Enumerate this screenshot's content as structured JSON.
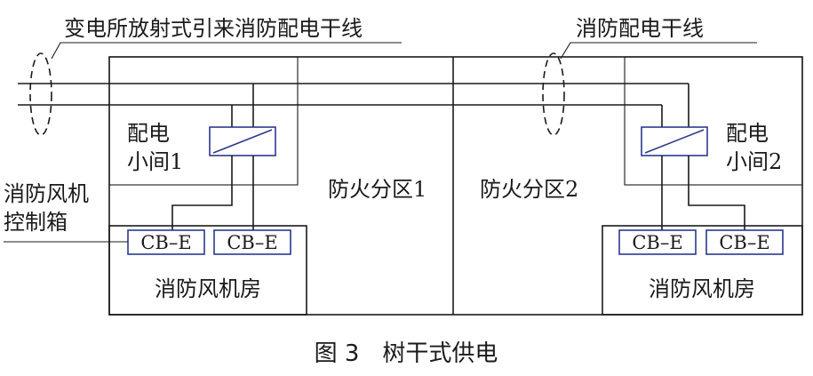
{
  "labels": {
    "main_feeder": "变电所放射式引来消防配电干线",
    "feeder": "消防配电干线",
    "room1_line1": "配电",
    "room1_line2": "小间1",
    "room2_line1": "配电",
    "room2_line2": "小间2",
    "zone1": "防火分区1",
    "zone2": "防火分区2",
    "fan_box_line1": "消防风机",
    "fan_box_line2": "控制箱",
    "cb1": "CB–E",
    "cb2": "CB–E",
    "cb3": "CB–E",
    "cb4": "CB–E",
    "fan_room1": "消防风机房",
    "fan_room2": "消防风机房"
  },
  "caption": "图 3　树干式供电",
  "colors": {
    "line": "#1a1a1a",
    "breaker": "#2b3990"
  }
}
